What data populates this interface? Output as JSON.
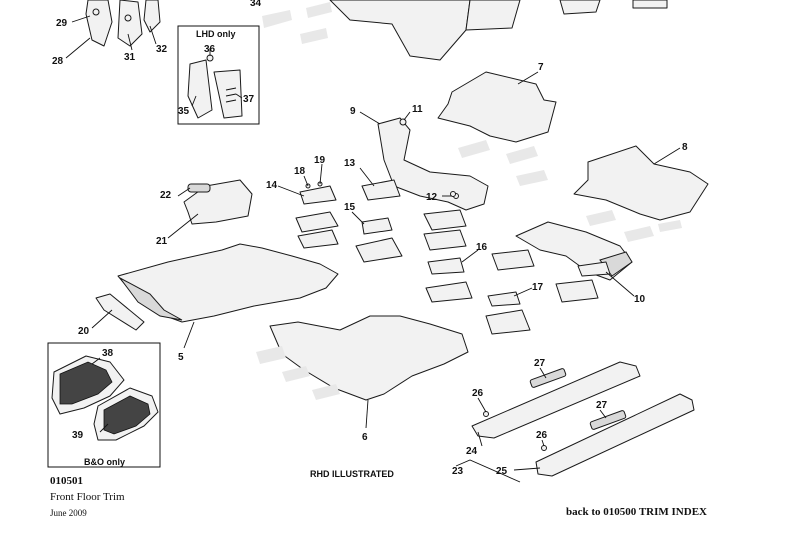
{
  "document": {
    "code": "010501",
    "title": "Front Floor Trim",
    "date": "June 2009",
    "back_link": "back to 010500 TRIM INDEX",
    "illustrated_note": "RHD ILLUSTRATED"
  },
  "insets": {
    "lhd_label": "LHD only",
    "bo_label": "B&O only"
  },
  "callouts": [
    "28",
    "29",
    "31",
    "32",
    "34",
    "35",
    "36",
    "37",
    "5",
    "6",
    "7",
    "8",
    "9",
    "10",
    "11",
    "12",
    "13",
    "14",
    "15",
    "16",
    "17",
    "18",
    "19",
    "20",
    "21",
    "22",
    "23",
    "24",
    "25",
    "26",
    "26",
    "27",
    "27",
    "38",
    "39"
  ]
}
